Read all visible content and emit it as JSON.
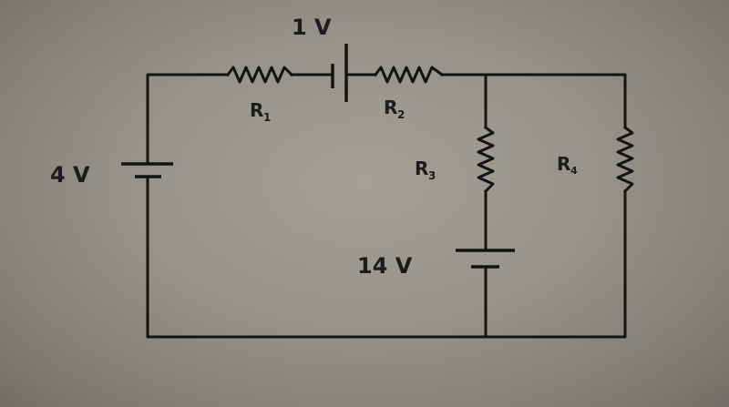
{
  "title": "Circuit diagram",
  "components": {
    "battery_top": {
      "label": "1 V"
    },
    "battery_left": {
      "label": "4 V"
    },
    "battery_middle": {
      "label": "14 V"
    },
    "r1": {
      "label": "R",
      "sub": "1"
    },
    "r2": {
      "label": "R",
      "sub": "2"
    },
    "r3": {
      "label": "R",
      "sub": "3"
    },
    "r4": {
      "label": "R",
      "sub": "4"
    }
  },
  "colors": {
    "ink": "#141414",
    "paper": "#96948a"
  }
}
